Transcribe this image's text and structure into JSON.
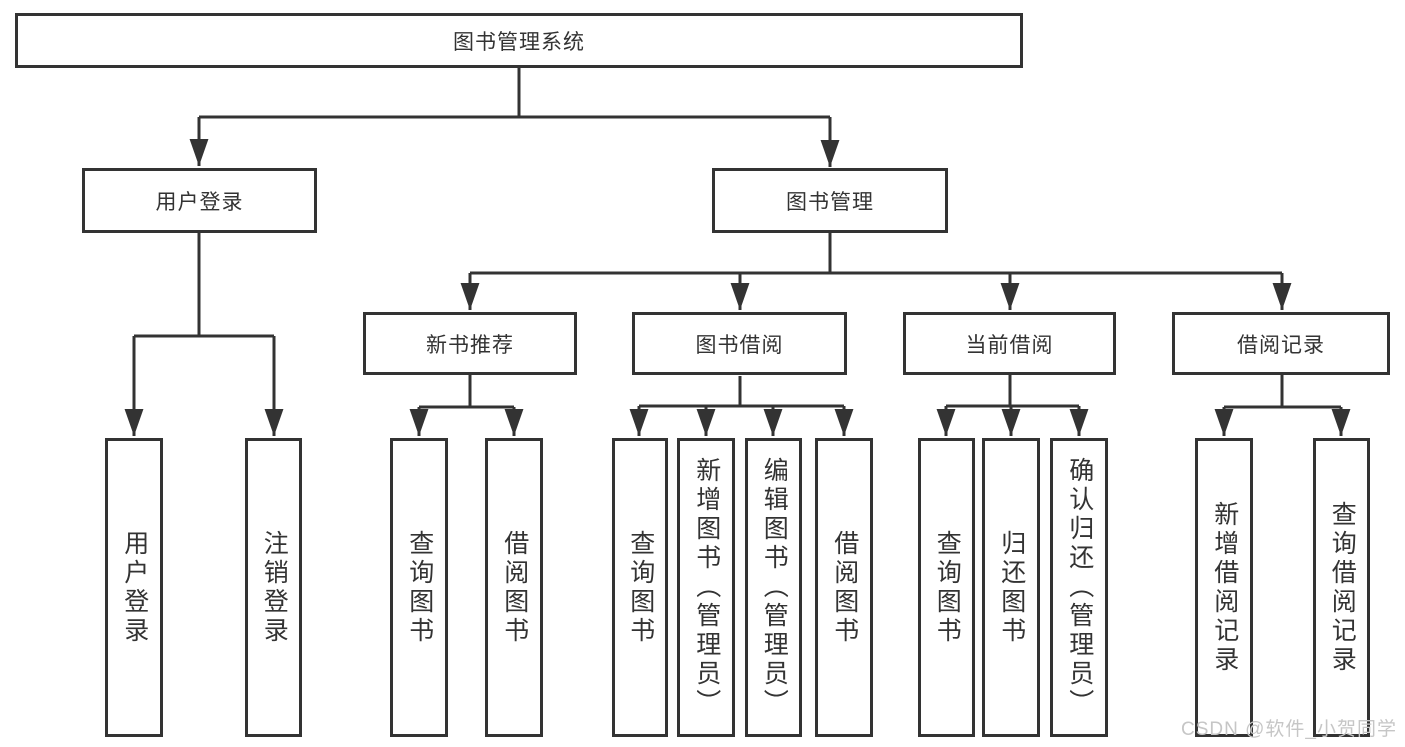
{
  "tree": {
    "label": "图书管理系统",
    "children": [
      {
        "label": "用户登录",
        "children": [
          {
            "label": "用户登录"
          },
          {
            "label": "注销登录"
          }
        ]
      },
      {
        "label": "图书管理",
        "children": [
          {
            "label": "新书推荐",
            "children": [
              {
                "label": "查询图书"
              },
              {
                "label": "借阅图书"
              }
            ]
          },
          {
            "label": "图书借阅",
            "children": [
              {
                "label": "查询图书"
              },
              {
                "label": "新增图书（管理员）"
              },
              {
                "label": "编辑图书（管理员）"
              },
              {
                "label": "借阅图书"
              }
            ]
          },
          {
            "label": "当前借阅",
            "children": [
              {
                "label": "查询图书"
              },
              {
                "label": "归还图书"
              },
              {
                "label": "确认归还（管理员）"
              }
            ]
          },
          {
            "label": "借阅记录",
            "children": [
              {
                "label": "新增借阅记录"
              },
              {
                "label": "查询借阅记录"
              }
            ]
          }
        ]
      }
    ]
  },
  "watermark": {
    "text": "CSDN @软件_小贺同学"
  },
  "colors": {
    "line": "#333333",
    "box_border": "#333333",
    "text": "#333333",
    "watermark_text": "#c6c6c6",
    "background": "#ffffff"
  }
}
